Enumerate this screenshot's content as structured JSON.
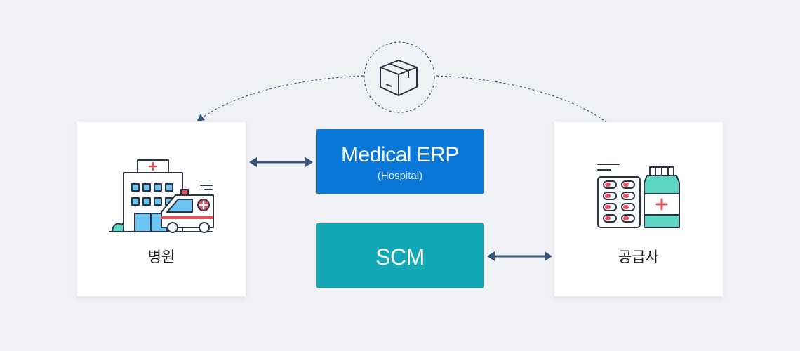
{
  "hospital": {
    "label": "병원",
    "icon": "hospital-ambulance-icon"
  },
  "supplier": {
    "label": "공급사",
    "icon": "medicine-pills-icon"
  },
  "erp": {
    "title": "Medical ERP",
    "subtitle": "(Hospital)",
    "color": "#0a78d8"
  },
  "scm": {
    "title": "SCM",
    "color": "#13a8b6"
  },
  "delivery": {
    "icon": "package-box-icon"
  },
  "colors": {
    "background": "#f0f1f4",
    "arrow": "#35557f",
    "outline": "#2b3445"
  }
}
